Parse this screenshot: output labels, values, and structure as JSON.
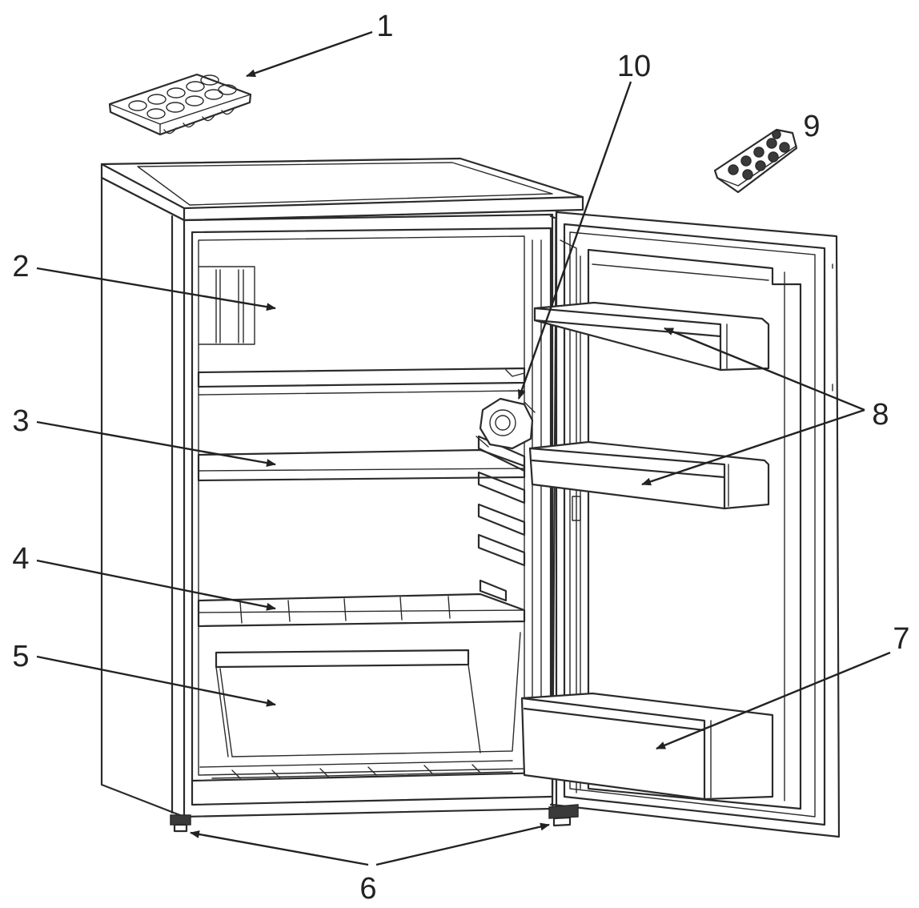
{
  "callouts": [
    {
      "id": "1",
      "text": "1"
    },
    {
      "id": "2",
      "text": "2"
    },
    {
      "id": "3",
      "text": "3"
    },
    {
      "id": "4",
      "text": "4"
    },
    {
      "id": "5",
      "text": "5"
    },
    {
      "id": "6",
      "text": "6"
    },
    {
      "id": "7",
      "text": "7"
    },
    {
      "id": "8",
      "text": "8"
    },
    {
      "id": "9",
      "text": "9"
    },
    {
      "id": "10",
      "text": "10"
    }
  ],
  "colors": {
    "line": "#2b2b2b",
    "background": "#ffffff"
  }
}
